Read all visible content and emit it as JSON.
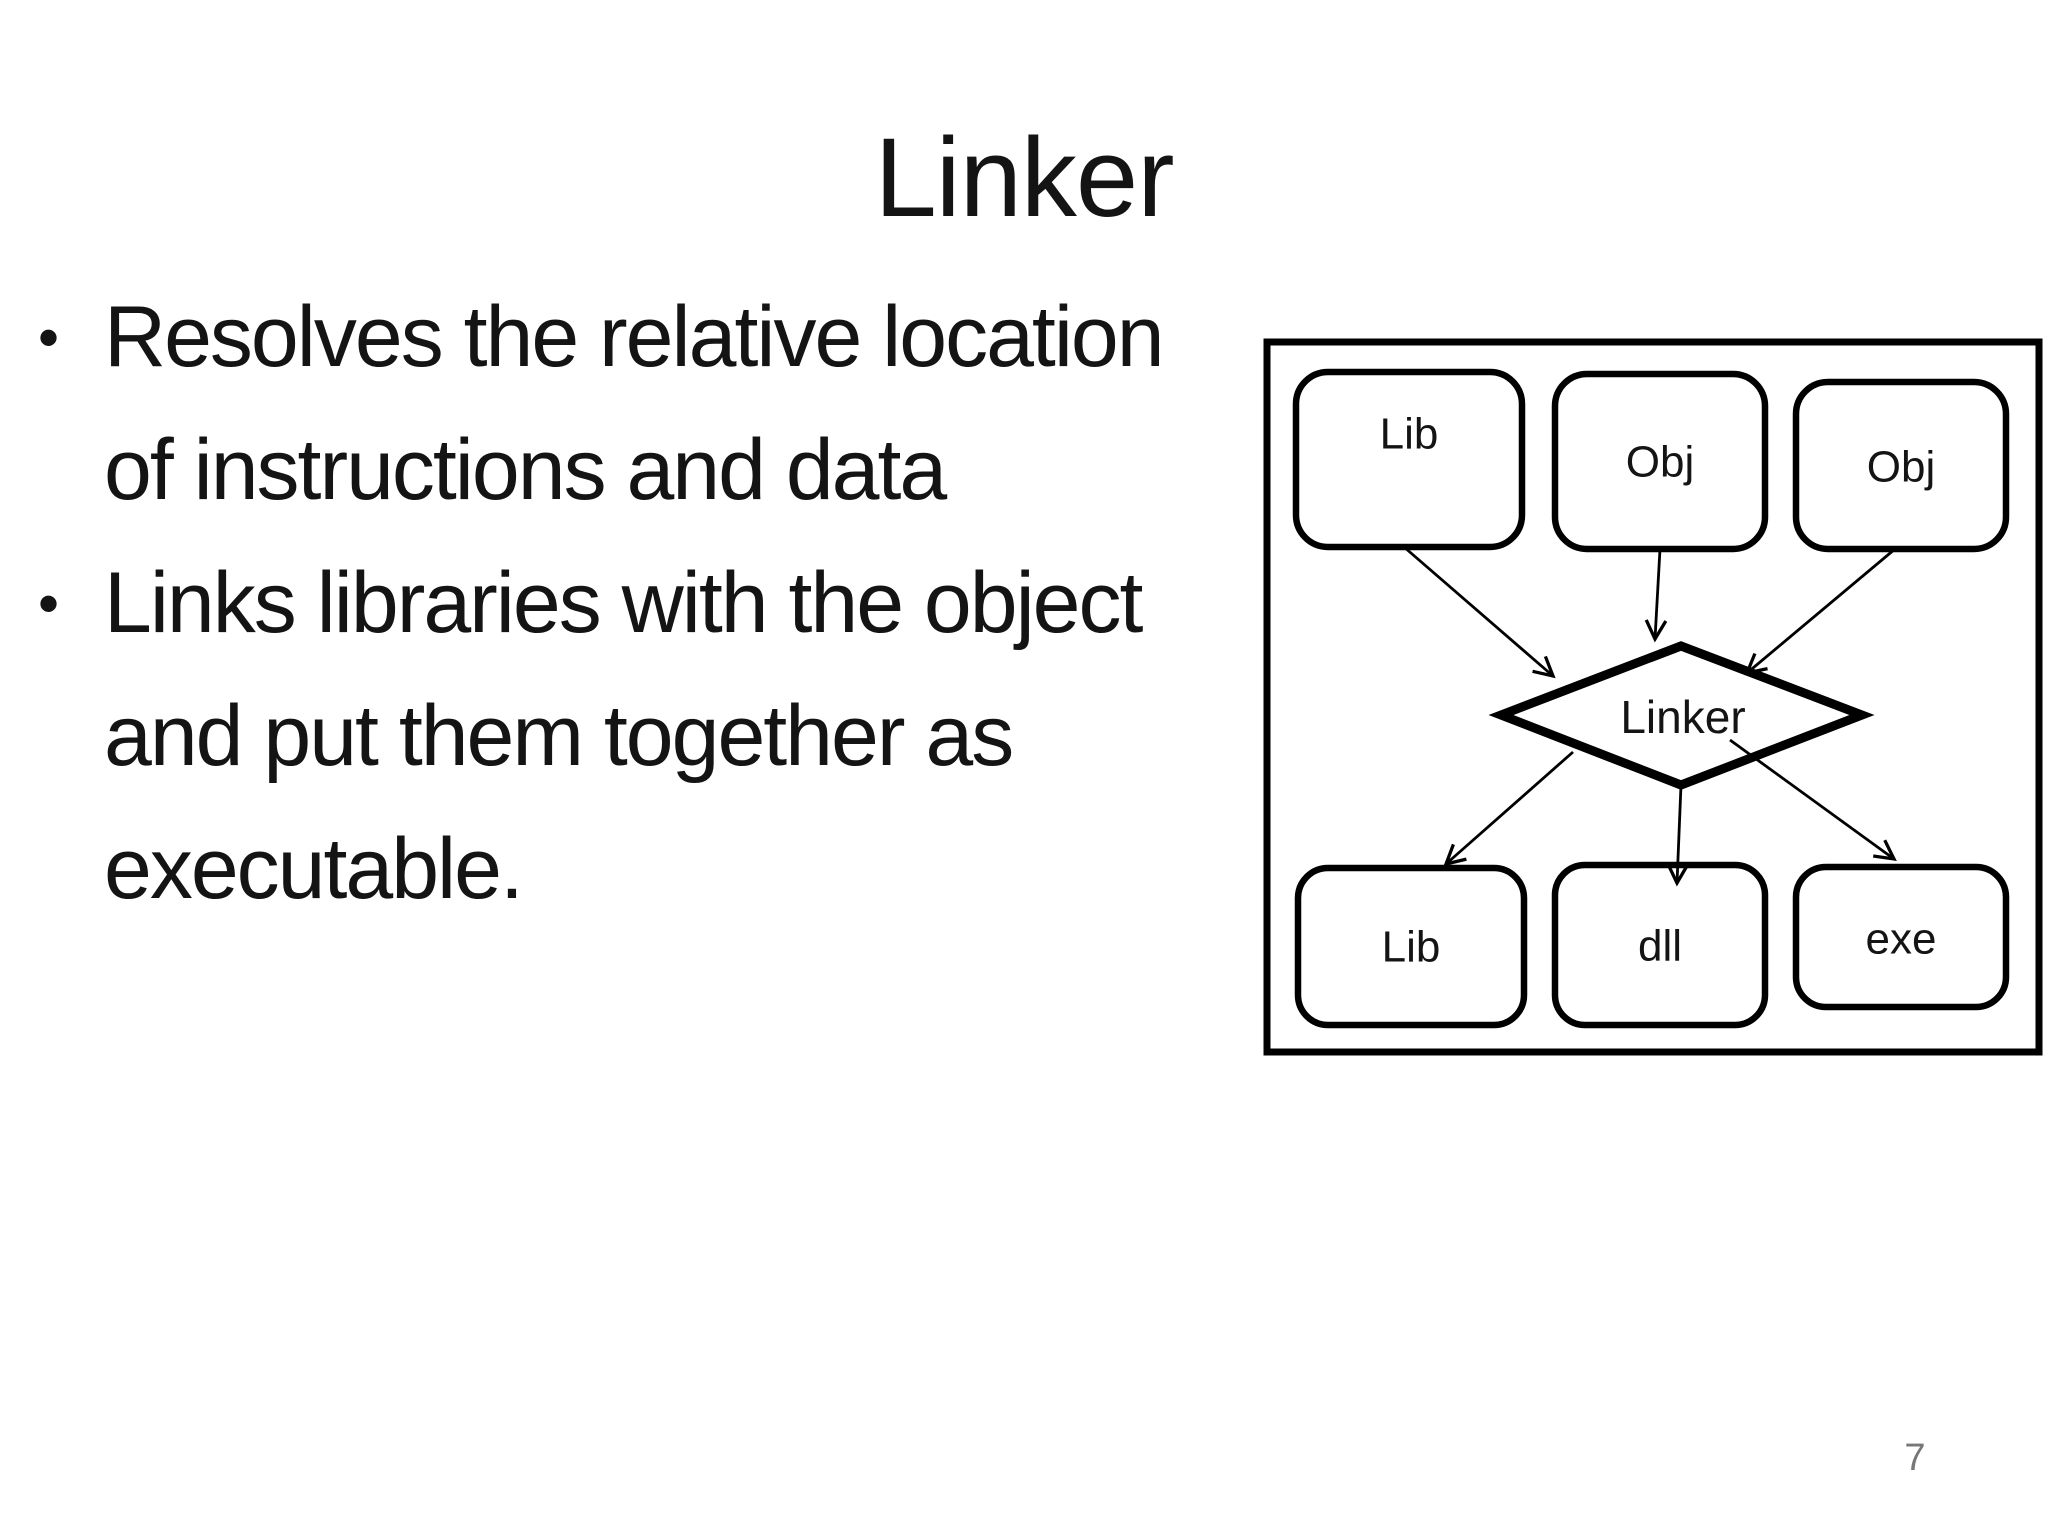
{
  "slide": {
    "title": "Linker",
    "bullet_glyph": "•",
    "bullets": [
      {
        "lines": [
          "Resolves the relative location",
          "of instructions and data"
        ]
      },
      {
        "lines": [
          "Links libraries with the object",
          "and put them together as",
          "executable."
        ]
      }
    ],
    "page_number": "7"
  },
  "diagram": {
    "inputs": [
      "Lib",
      "Obj",
      "Obj"
    ],
    "process": "Linker",
    "outputs": [
      "Lib",
      "dll",
      "exe"
    ]
  },
  "colors": {
    "background": "#ffffff",
    "text": "#141414",
    "diagram_stroke": "#000000",
    "page_number": "#777777"
  }
}
